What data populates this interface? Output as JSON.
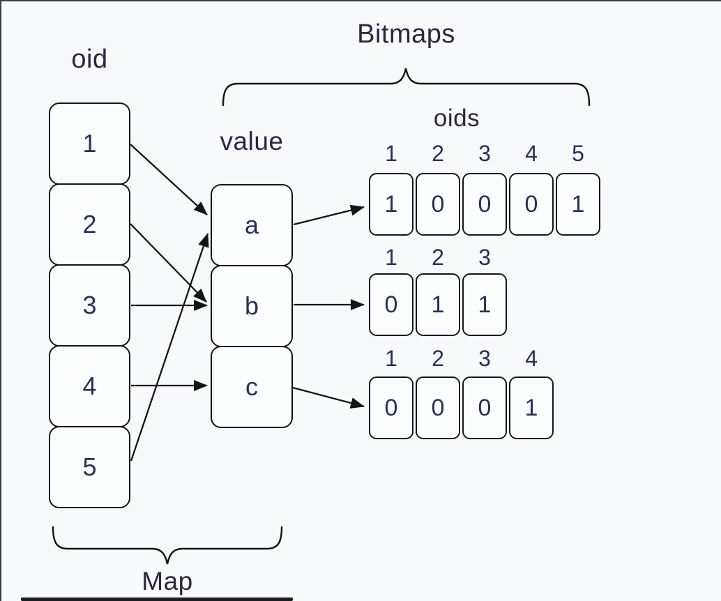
{
  "labels": {
    "oid": "oid",
    "value": "value",
    "bitmaps": "Bitmaps",
    "oids": "oids",
    "map": "Map"
  },
  "oid": {
    "items": [
      "1",
      "2",
      "3",
      "4",
      "5"
    ]
  },
  "values": {
    "items": [
      "a",
      "b",
      "c"
    ]
  },
  "bitmaps": {
    "rows": [
      {
        "value": "a",
        "headers": [
          "1",
          "2",
          "3",
          "4",
          "5"
        ],
        "bits": [
          "1",
          "0",
          "0",
          "0",
          "1"
        ]
      },
      {
        "value": "b",
        "headers": [
          "1",
          "2",
          "3"
        ],
        "bits": [
          "0",
          "1",
          "1"
        ]
      },
      {
        "value": "c",
        "headers": [
          "1",
          "2",
          "3",
          "4"
        ],
        "bits": [
          "0",
          "0",
          "0",
          "1"
        ]
      }
    ]
  },
  "mappings": [
    {
      "oid": "1",
      "value": "a"
    },
    {
      "oid": "2",
      "value": "b"
    },
    {
      "oid": "3",
      "value": "b"
    },
    {
      "oid": "4",
      "value": "c"
    },
    {
      "oid": "5",
      "value": "a"
    }
  ],
  "colors": {
    "background": "#f8f9fb",
    "box_fill": "#fcfdff",
    "stroke": "#161616",
    "digit_text": "#27305a",
    "label_text": "#2b2742"
  }
}
